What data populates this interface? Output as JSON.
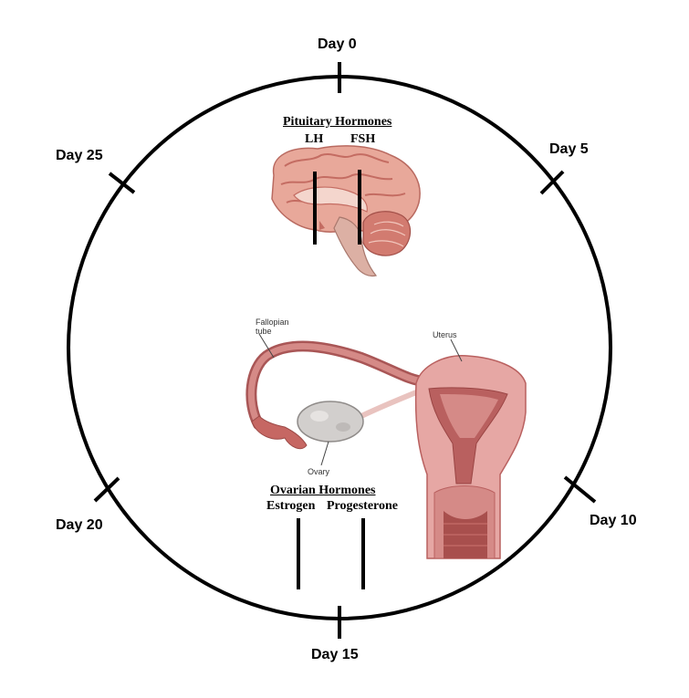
{
  "cycle_days": [
    {
      "label": "Day 0"
    },
    {
      "label": "Day 5"
    },
    {
      "label": "Day 10"
    },
    {
      "label": "Day 15"
    },
    {
      "label": "Day 20"
    },
    {
      "label": "Day 25"
    }
  ],
  "pituitary": {
    "heading": "Pituitary Hormones",
    "hormones": [
      "LH",
      "FSH"
    ]
  },
  "ovarian": {
    "heading": "Ovarian Hormones",
    "hormones": [
      "Estrogen",
      "Progesterone"
    ]
  },
  "anatomy_labels": {
    "fallopian_tube": "Fallopian\ntube",
    "uterus": "Uterus",
    "ovary": "Ovary"
  },
  "colors": {
    "outline": "#000000",
    "brain_tissue": "#e8a89a",
    "brain_dark": "#c46c62",
    "uterus_tissue": "#e6a7a4",
    "uterus_dark": "#b9605f",
    "ovary": "#d2cfcd"
  }
}
